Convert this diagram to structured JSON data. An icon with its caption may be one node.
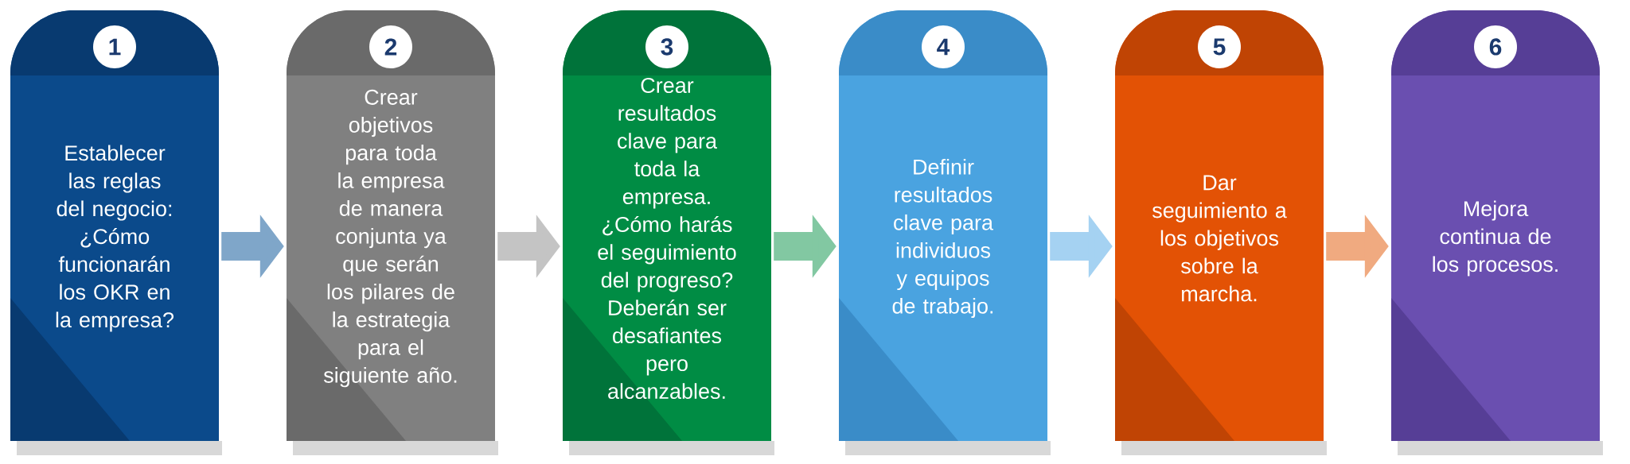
{
  "diagram": {
    "nodes": [
      {
        "text": [
          "1",
          "Establecer las reglas del negocio: ¿Cómo funcionarán los OKR en la empresa?"
        ]
      },
      {
        "text": [
          "2",
          "Crear objetivos para toda la empresa de manera conjunta ya que serán los pilares de la estrategia para el siguiente año."
        ]
      },
      {
        "text": [
          "3",
          "Crear resultados clave para toda la empresa. ¿Cómo harás el seguimiento del progreso? Deberán ser desafiantes pero alcanzables."
        ]
      },
      {
        "text": [
          "4",
          "Definir resultados clave para individuos y equipos de trabajo."
        ]
      },
      {
        "text": [
          "5",
          "Dar seguimiento a los objetivos sobre la marcha."
        ]
      },
      {
        "text": [
          "6",
          "Mejora continua de los procesos."
        ]
      }
    ],
    "edges": [
      {
        "from": 0,
        "to": 1,
        "arrow": "to",
        "color": "#7fa6c9"
      },
      {
        "from": 1,
        "to": 2,
        "arrow": "to",
        "color": "#c4c4c4"
      },
      {
        "from": 2,
        "to": 3,
        "arrow": "to",
        "color": "#82c8a2"
      },
      {
        "from": 3,
        "to": 4,
        "arrow": "to",
        "color": "#a5d2f2"
      },
      {
        "from": 4,
        "to": 5,
        "arrow": "to",
        "color": "#f0aa80"
      }
    ]
  }
}
